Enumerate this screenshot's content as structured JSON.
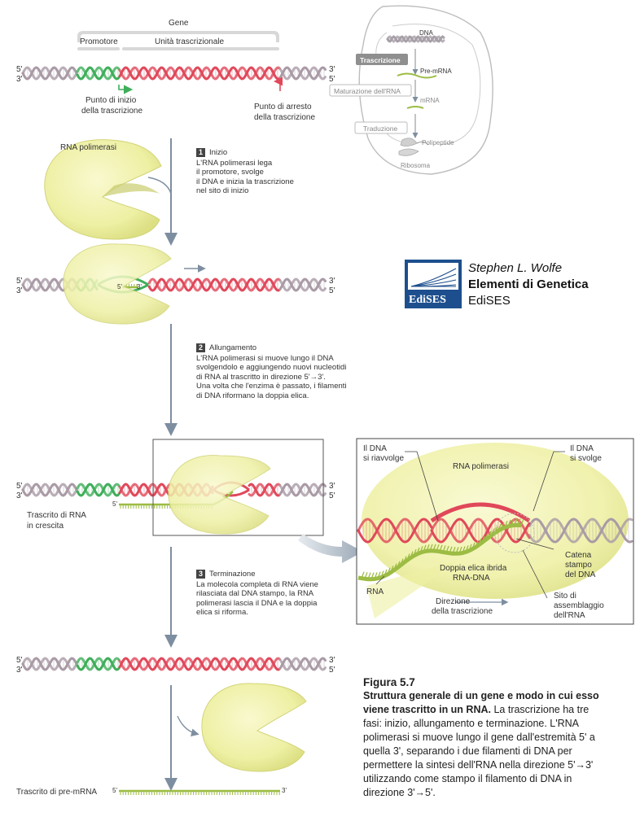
{
  "labels": {
    "gene": "Gene",
    "promoter": "Promotore",
    "transcription_unit": "Unità trascrizionale",
    "five_prime": "5'",
    "three_prime": "3'",
    "start_point": [
      "Punto di inizio",
      "della trascrizione"
    ],
    "stop_point": [
      "Punto di arresto",
      "della trascrizione"
    ],
    "rna_polymerase": "RNA polimerasi",
    "growing_transcript": [
      "Trascrito di RNA",
      "in crescita"
    ],
    "pre_mrna_transcript": "Trascrito di pre-mRNA",
    "primer_5_3": "5'",
    "primer_3": "3'"
  },
  "cell_inset": {
    "dna": "DNA",
    "transcription": "Trascrizione",
    "pre_mrna": "Pre-mRNA",
    "rna_processing": "Maturazione dell'RNA",
    "mrna": "mRNA",
    "translation": "Traduzione",
    "polypeptide": "Polipeptide",
    "ribosome": "Ribosoma"
  },
  "steps": [
    {
      "num": "1",
      "title": "Inizio",
      "lines": [
        "L'RNA polimerasi lega",
        "il promotore, svolge",
        "il DNA e inizia la trascrizione",
        "nel sito di inizio"
      ]
    },
    {
      "num": "2",
      "title": "Allungamento",
      "lines": [
        "L'RNA polimerasi si muove lungo il DNA",
        "svolgendolo e aggiungendo nuovi nucleotidi",
        "di RNA al trascritto in direzione 5'→3'.",
        "Una volta che l'enzima è passato, i filamenti",
        "di DNA riformano la doppia elica."
      ]
    },
    {
      "num": "3",
      "title": "Terminazione",
      "lines": [
        "La molecola completa di RNA viene",
        "rilasciata dal DNA stampo, la RNA",
        "polimerasi lascia il DNA e la doppia",
        "elica si riforma."
      ]
    }
  ],
  "detail": {
    "rewinds": [
      "Il DNA",
      "si riavvolge"
    ],
    "unwinds": [
      "Il DNA",
      "si svolge"
    ],
    "rna_polymerase": "RNA polimerasi",
    "template_strand": [
      "Catena",
      "stampo",
      "del DNA"
    ],
    "hybrid": [
      "Doppia elica ibrida",
      "RNA-DNA"
    ],
    "rna": "RNA",
    "direction": [
      "Direzione",
      "della trascrizione"
    ],
    "assembly_site": [
      "Sito di",
      "assemblaggio",
      "dell'RNA"
    ]
  },
  "publisher": {
    "author": "Stephen L. Wolfe",
    "book": "Elementi di Genetica",
    "publisher": "EdiSES",
    "logo_text": "EdiSES"
  },
  "caption": {
    "figure": "Figura 5.7",
    "lead": "Struttura generale di un gene e modo in cui esso viene trascritto in un RNA.",
    "body": "La trascrizione ha tre fasi: inizio, allungamento e terminazione. L'RNA polimerasi si muove lungo il gene dall'estremità 5' a quella 3', separando i due filamenti di DNA per permettere la sintesi dell'RNA nella direzione 5'→3' utilizzando come stampo il filamento di DNA in direzione 3'→5'."
  },
  "colors": {
    "dna_gray": "#a99aa5",
    "promoter_green": "#3fae5a",
    "gene_red": "#e0485a",
    "rna_green": "#9cbc44",
    "polymerase_yellow": "#eef0a4",
    "flow_arrow": "#7d8ea0",
    "logo_blue": "#1d4f8e"
  }
}
